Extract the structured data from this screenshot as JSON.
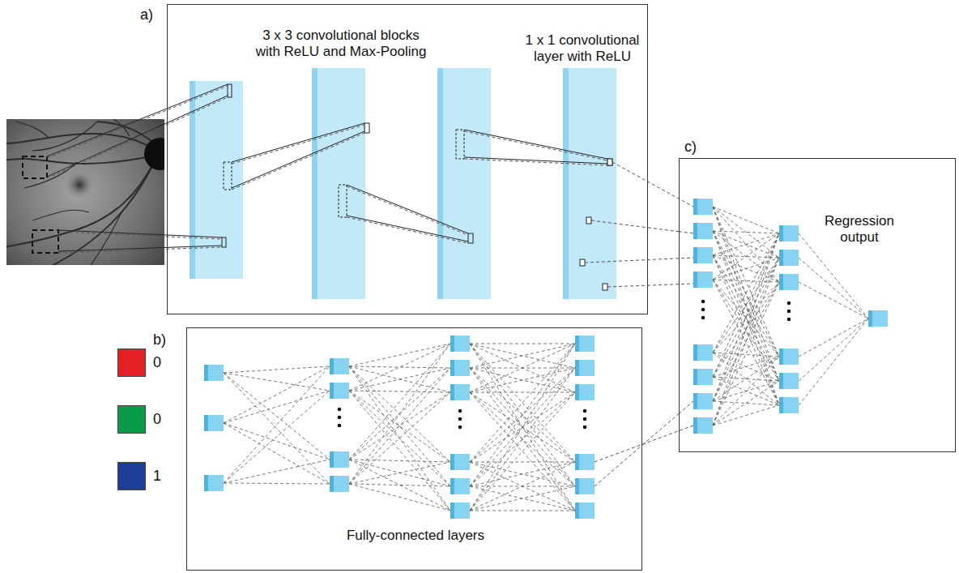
{
  "diagram": {
    "nodes": [
      {
        "text": [
          "a)",
          "3 x 3 convolutional blocks with ReLU and Max-Pooling",
          "1 x 1 convolutional layer with ReLU"
        ]
      },
      {
        "text": [
          "c)",
          "Regression output"
        ]
      },
      {
        "text": [
          "b)",
          "Fully-connected layers"
        ]
      }
    ],
    "edges": [
      {
        "from": 0,
        "to": 1,
        "arrow": "none"
      },
      {
        "from": 2,
        "to": 1,
        "arrow": "none"
      }
    ],
    "legend": [
      {
        "text": "0",
        "color": "#e41f26"
      },
      {
        "text": "0",
        "color": "#0a9b4a"
      },
      {
        "text": "1",
        "color": "#1d3f99"
      }
    ]
  }
}
